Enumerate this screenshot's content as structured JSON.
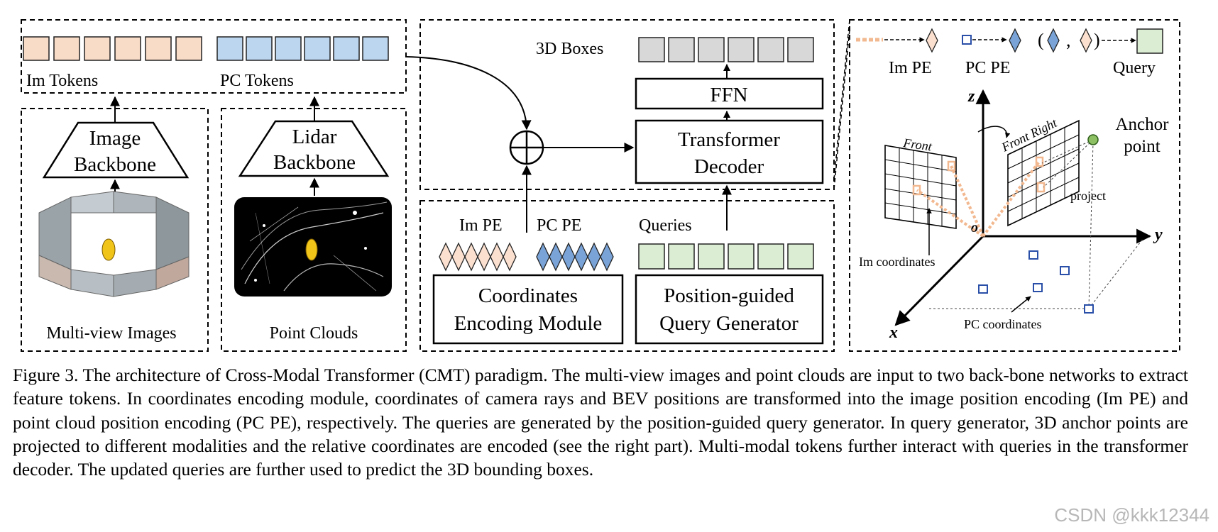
{
  "figure": {
    "tokens": {
      "im_label": "Im Tokens",
      "pc_label": "PC Tokens",
      "im_color": "#f9dcc8",
      "pc_color": "#bcd6ef"
    },
    "image_backbone": {
      "line1": "Image",
      "line2": "Backbone"
    },
    "lidar_backbone": {
      "line1": "Lidar",
      "line2": "Backbone"
    },
    "multiview_label": "Multi-view Images",
    "pointcloud_label": "Point Clouds",
    "boxes_label": "3D Boxes",
    "ffn_label": "FFN",
    "decoder": {
      "line1": "Transformer",
      "line2": "Decoder"
    },
    "impe_label": "Im PE",
    "pcpe_label": "PC PE",
    "queries_label": "Queries",
    "cem": {
      "line1": "Coordinates",
      "line2": "Encoding Module"
    },
    "pqg": {
      "line1": "Position-guided",
      "line2": "Query Generator"
    },
    "legend": {
      "impe": "Im PE",
      "pcpe": "PC PE",
      "query": "Query",
      "pair_open": "(",
      "pair_comma": ",",
      "pair_close": ")"
    },
    "axes": {
      "z": "z",
      "y": "y",
      "x": "x",
      "o": "o"
    },
    "front_label": "Front",
    "front_right_label": "Front Right",
    "anchor": {
      "line1": "Anchor",
      "line2": "point"
    },
    "project_label": "project",
    "im_coords_label": "Im coordinates",
    "pc_coords_label": "PC coordinates",
    "colors": {
      "box_gray": "#d8d8d8",
      "query_green": "#dbeed3",
      "pe_orange": "#f2b88f",
      "pe_blue": "#7aa4d8",
      "anchor_green": "#8cc063"
    }
  },
  "caption": "Figure 3. The architecture of Cross-Modal Transformer (CMT) paradigm. The multi-view images and point clouds are input to two back-bone networks to extract feature tokens. In coordinates encoding module, coordinates of camera rays and BEV positions are transformed into the image position encoding (Im PE) and point cloud position encoding (PC PE), respectively.  The queries are generated by the position-guided query generator. In query generator, 3D anchor points are projected to different modalities and the relative coordinates are encoded (see the right part). Multi-modal tokens further interact with queries in the transformer decoder. The updated queries are further used to predict the 3D bounding boxes.",
  "watermark": "CSDN @kkk12344"
}
